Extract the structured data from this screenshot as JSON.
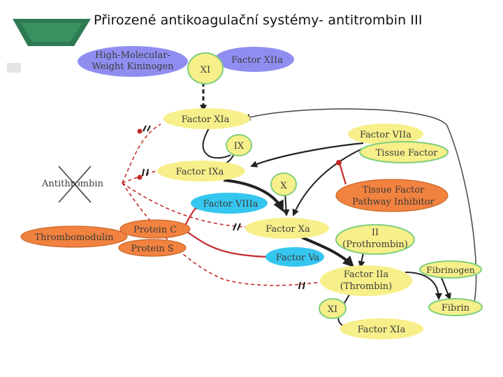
{
  "slide": {
    "title": "Přirozené antikoagulační systémy- antitrombin III"
  },
  "diagram": {
    "nodes": {
      "hmwk": [
        "High-Molecular-",
        "Weight Kininogen"
      ],
      "xi_top": "XI",
      "factor_xiia": "Factor XIIa",
      "factor_xia": "Factor XIa",
      "factor_viia": "Factor VIIa",
      "tissue_factor": "Tissue Factor",
      "ix": "IX",
      "antithrombin": "Antithrombin",
      "factor_ixa": "Factor IXa",
      "x": "X",
      "tfpi": [
        "Tissue Factor",
        "Pathway Inhibitor"
      ],
      "factor_viiia": "Factor VIIIa",
      "thrombomodulin": "Thrombomodulin",
      "protein_c": "Protein C",
      "protein_s": "Protein S",
      "factor_xa": "Factor Xa",
      "prothrombin": [
        "II",
        "(Prothrombin)"
      ],
      "factor_va": "Factor Va",
      "fibrinogen": "Fibrinogen",
      "factor_iia": [
        "Factor IIa",
        "(Thrombin)"
      ],
      "xi_bottom": "XI",
      "fibrin": "Fibrin",
      "factor_xia_bottom": "Factor XIa"
    },
    "colors": {
      "yellow": "#f7ef8a",
      "green_border": "#7fcf7a",
      "blue": "#8f8ef0",
      "cyan": "#35c6ef",
      "orange": "#f2823f",
      "red": "#c62a2a",
      "dark": "#222222"
    }
  }
}
